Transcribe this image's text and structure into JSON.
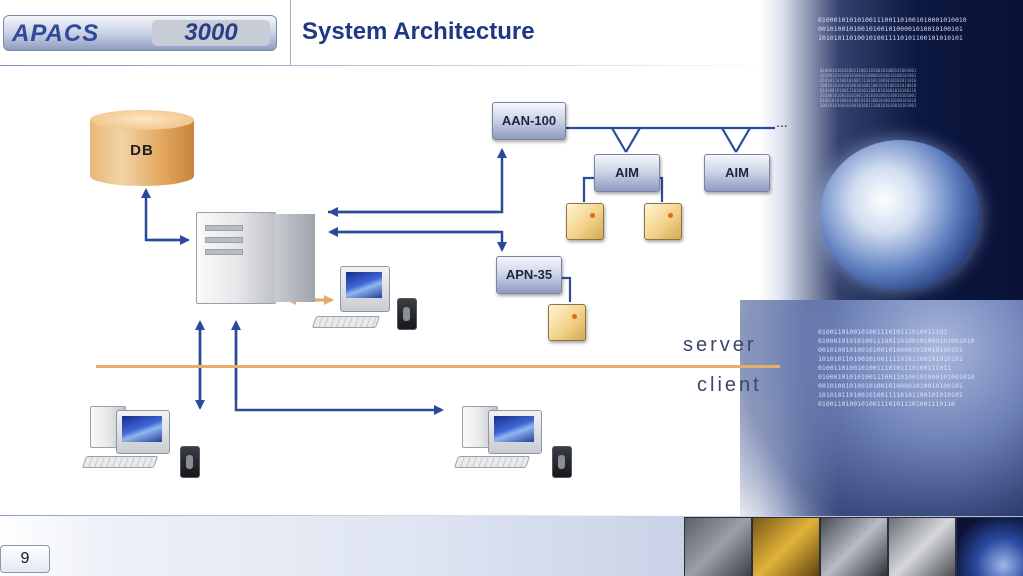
{
  "header": {
    "logo_left": "APACS",
    "logo_right": "3000",
    "title": "System Architecture"
  },
  "diagram": {
    "db_label": "DB",
    "aan_label": "AAN-100",
    "aim1_label": "AIM",
    "aim2_label": "AIM",
    "apn_label": "APN-35",
    "ellipsis": "...",
    "server_label": "server",
    "client_label": "client"
  },
  "colors": {
    "title": "#1f3787",
    "connector": "#2c4a9a",
    "separator": "#e6ae69",
    "local_link": "#e6a866"
  },
  "footer": {
    "page_number": "9"
  }
}
